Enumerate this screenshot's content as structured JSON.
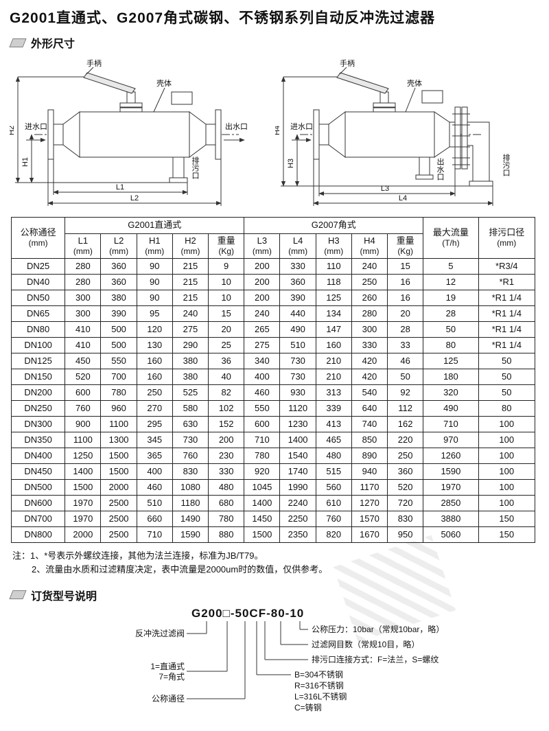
{
  "page": {
    "title": "G2001直通式、G2007角式碳钢、不锈钢系列自动反冲洗过滤器"
  },
  "sections": {
    "dimensions": "外形尺寸",
    "ordering": "订货型号说明"
  },
  "diagram_g2001": {
    "labels": {
      "handle": "手柄",
      "shell": "壳体",
      "inlet": "进水口",
      "outlet": "出水口",
      "drain": "排污口"
    },
    "dims": {
      "h1": "H1",
      "h2": "H2",
      "l1": "L1",
      "l2": "L2"
    }
  },
  "diagram_g2007": {
    "labels": {
      "handle": "手柄",
      "shell": "壳体",
      "inlet": "进水口",
      "outlet": "出水口",
      "drain": "排污口"
    },
    "dims": {
      "h3": "H3",
      "h4": "H4",
      "l3": "L3",
      "l4": "L4"
    }
  },
  "table": {
    "header": {
      "dn": "公称通径",
      "dn_unit": "(mm)",
      "g2001": "G2001直通式",
      "g2007": "G2007角式",
      "flow": "最大流量",
      "flow_unit": "(T/h)",
      "drain": "排污口径",
      "drain_unit": "(mm)",
      "sub": [
        {
          "t": "L1",
          "u": "(mm)"
        },
        {
          "t": "L2",
          "u": "(mm)"
        },
        {
          "t": "H1",
          "u": "(mm)"
        },
        {
          "t": "H2",
          "u": "(mm)"
        },
        {
          "t": "重量",
          "u": "(Kg)"
        },
        {
          "t": "L3",
          "u": "(mm)"
        },
        {
          "t": "L4",
          "u": "(mm)"
        },
        {
          "t": "H3",
          "u": "(mm)"
        },
        {
          "t": "H4",
          "u": "(mm)"
        },
        {
          "t": "重量",
          "u": "(Kg)"
        }
      ]
    },
    "rows": [
      [
        "DN25",
        "280",
        "360",
        "90",
        "215",
        "9",
        "200",
        "330",
        "110",
        "240",
        "15",
        "5",
        "*R3/4"
      ],
      [
        "DN40",
        "280",
        "360",
        "90",
        "215",
        "10",
        "200",
        "360",
        "118",
        "250",
        "16",
        "12",
        "*R1"
      ],
      [
        "DN50",
        "300",
        "380",
        "90",
        "215",
        "10",
        "200",
        "390",
        "125",
        "260",
        "16",
        "19",
        "*R1 1/4"
      ],
      [
        "DN65",
        "300",
        "390",
        "95",
        "240",
        "15",
        "240",
        "440",
        "134",
        "280",
        "20",
        "28",
        "*R1 1/4"
      ],
      [
        "DN80",
        "410",
        "500",
        "120",
        "275",
        "20",
        "265",
        "490",
        "147",
        "300",
        "28",
        "50",
        "*R1 1/4"
      ],
      [
        "DN100",
        "410",
        "500",
        "130",
        "290",
        "25",
        "275",
        "510",
        "160",
        "330",
        "33",
        "80",
        "*R1 1/4"
      ],
      [
        "DN125",
        "450",
        "550",
        "160",
        "380",
        "36",
        "340",
        "730",
        "210",
        "420",
        "46",
        "125",
        "50"
      ],
      [
        "DN150",
        "520",
        "700",
        "160",
        "380",
        "40",
        "400",
        "730",
        "210",
        "420",
        "50",
        "180",
        "50"
      ],
      [
        "DN200",
        "600",
        "780",
        "250",
        "525",
        "82",
        "460",
        "930",
        "313",
        "540",
        "92",
        "320",
        "50"
      ],
      [
        "DN250",
        "760",
        "960",
        "270",
        "580",
        "102",
        "550",
        "1120",
        "339",
        "640",
        "112",
        "490",
        "80"
      ],
      [
        "DN300",
        "900",
        "1100",
        "295",
        "630",
        "152",
        "600",
        "1230",
        "413",
        "740",
        "162",
        "710",
        "100"
      ],
      [
        "DN350",
        "1100",
        "1300",
        "345",
        "730",
        "200",
        "710",
        "1400",
        "465",
        "850",
        "220",
        "970",
        "100"
      ],
      [
        "DN400",
        "1250",
        "1500",
        "365",
        "760",
        "230",
        "780",
        "1540",
        "480",
        "890",
        "250",
        "1260",
        "100"
      ],
      [
        "DN450",
        "1400",
        "1500",
        "400",
        "830",
        "330",
        "920",
        "1740",
        "515",
        "940",
        "360",
        "1590",
        "100"
      ],
      [
        "DN500",
        "1500",
        "2000",
        "460",
        "1080",
        "480",
        "1045",
        "1990",
        "560",
        "1170",
        "520",
        "1970",
        "100"
      ],
      [
        "DN600",
        "1970",
        "2500",
        "510",
        "1180",
        "680",
        "1400",
        "2240",
        "610",
        "1270",
        "720",
        "2850",
        "100"
      ],
      [
        "DN700",
        "1970",
        "2500",
        "660",
        "1490",
        "780",
        "1450",
        "2250",
        "760",
        "1570",
        "830",
        "3880",
        "150"
      ],
      [
        "DN800",
        "2000",
        "2500",
        "710",
        "1590",
        "880",
        "1500",
        "2350",
        "820",
        "1670",
        "950",
        "5060",
        "150"
      ]
    ]
  },
  "notes": {
    "line1": "注：1、*号表示外螺纹连接，其他为法兰连接，标准为JB/T79。",
    "line2": "2、流量由水质和过滤精度决定，表中流量是2000um时的数值，仅供参考。"
  },
  "model": {
    "code": "G200□-50CF-80-10",
    "left_backwash": "反冲洗过滤阀",
    "left_type1": "1=直通式",
    "left_type2": "7=角式",
    "left_dn": "公称通径",
    "right_pressure": "公称压力：10bar（常规10bar，略）",
    "right_mesh": "过滤网目数（常规10目，略）",
    "right_drain_conn": "排污口连接方式：F=法兰，S=螺纹",
    "right_mat_b": "B=304不锈钢",
    "right_mat_r": "R=316不锈钢",
    "right_mat_l": "L=316L不锈钢",
    "right_mat_c": "C=铸钢"
  }
}
